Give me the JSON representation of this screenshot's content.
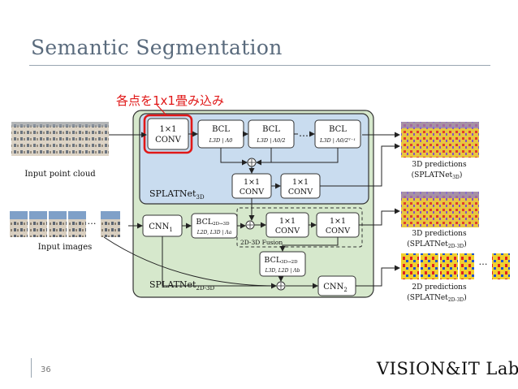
{
  "slide": {
    "title": "Semantic Segmentation",
    "annotation": "各点を1x1畳み込み",
    "page_number": "36",
    "logo_text": "VISION&IT Lab"
  },
  "diagram": {
    "left_labels": {
      "input_point_cloud": "Input point cloud",
      "input_images": "Input images"
    },
    "ellipsis": "…",
    "splatnet_3d": {
      "label": "SPLATNet",
      "label_sub": "3D",
      "conv_first": {
        "line1": "1×1",
        "line2": "CONV"
      },
      "bcl1": {
        "title": "BCL",
        "sub": "L3D | Λ0"
      },
      "bcl2": {
        "title": "BCL",
        "sub": "L3D | Λ0/2"
      },
      "bcl3": {
        "title": "BCL",
        "sub": "L3D | Λ0/2ᵀ⁻¹"
      },
      "conv_a": {
        "line1": "1×1",
        "line2": "CONV"
      },
      "conv_b": {
        "line1": "1×1",
        "line2": "CONV"
      }
    },
    "splatnet_2d3d": {
      "label": "SPLATNet",
      "label_sub": "2D-3D",
      "cnn1": "CNN",
      "cnn1_sub": "1",
      "bcl_2d_3d": {
        "title": "BCL",
        "title_sub": "2D→3D",
        "sub": "L2D, L3D | Λa"
      },
      "fusion_label": "2D-3D Fusion",
      "conv_c": {
        "line1": "1×1",
        "line2": "CONV"
      },
      "conv_d": {
        "line1": "1×1",
        "line2": "CONV"
      },
      "bcl_3d_2d": {
        "title": "BCL",
        "title_sub": "3D→2D",
        "sub": "L3D, L2D | Λb"
      },
      "cnn2": "CNN",
      "cnn2_sub": "2"
    },
    "outputs": {
      "out1_line1": "3D predictions",
      "out1_line2": "(SPLATNet",
      "out1_sub": "3D",
      "out2_line1": "3D predictions",
      "out2_line2": "(SPLATNet",
      "out2_sub": "2D-3D",
      "out3_line1": "2D predictions",
      "out3_line2": "(SPLATNet",
      "out3_sub": "2D-3D"
    }
  },
  "colors": {
    "panel_blue": "#c9dcef",
    "panel_green": "#d6e8cc",
    "highlight_red": "#e01818",
    "title_color": "#5a6b7d"
  }
}
